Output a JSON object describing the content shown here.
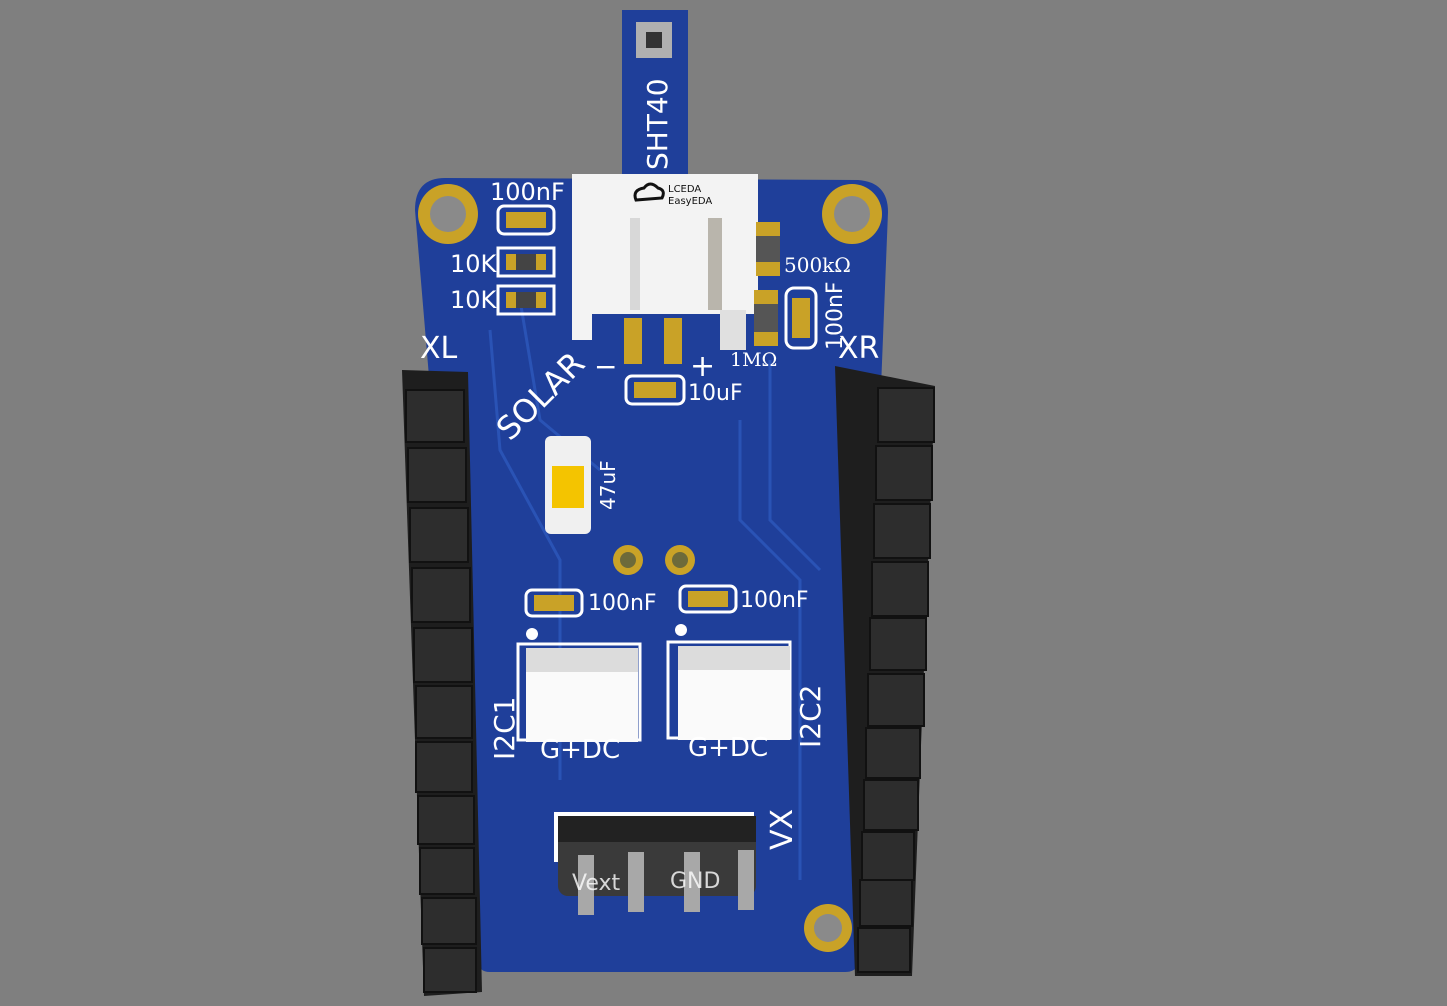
{
  "viewer": {
    "background_color": "#7f7f7f"
  },
  "board": {
    "soldermask_color": "#1f3f9a",
    "pad_color": "#c9a227",
    "sensor_tab_label": "SHT40",
    "connector_logo": {
      "line1": "LCEDA",
      "line2": "EasyEDA",
      "icon": "cloud-logo-icon"
    },
    "labels": {
      "cap_top_left": "100nF",
      "res1": "10K",
      "res2": "10K",
      "res_500k": "500kΩ",
      "res_1m": "1MΩ",
      "cap_right": "100nF",
      "header_left": "XL",
      "header_right": "XR",
      "solar": "SOLAR",
      "minus": "−",
      "plus": "+",
      "cap_10u": "10uF",
      "cap_47u": "47uF",
      "cap_i2c1": "100nF",
      "cap_i2c2": "100nF",
      "i2c1": "I2C1",
      "i2c2": "I2C2",
      "i2c1_pins": "G+DC",
      "i2c2_pins": "G+DC",
      "vx": "VX",
      "vext": "Vext",
      "gnd": "GND"
    }
  }
}
